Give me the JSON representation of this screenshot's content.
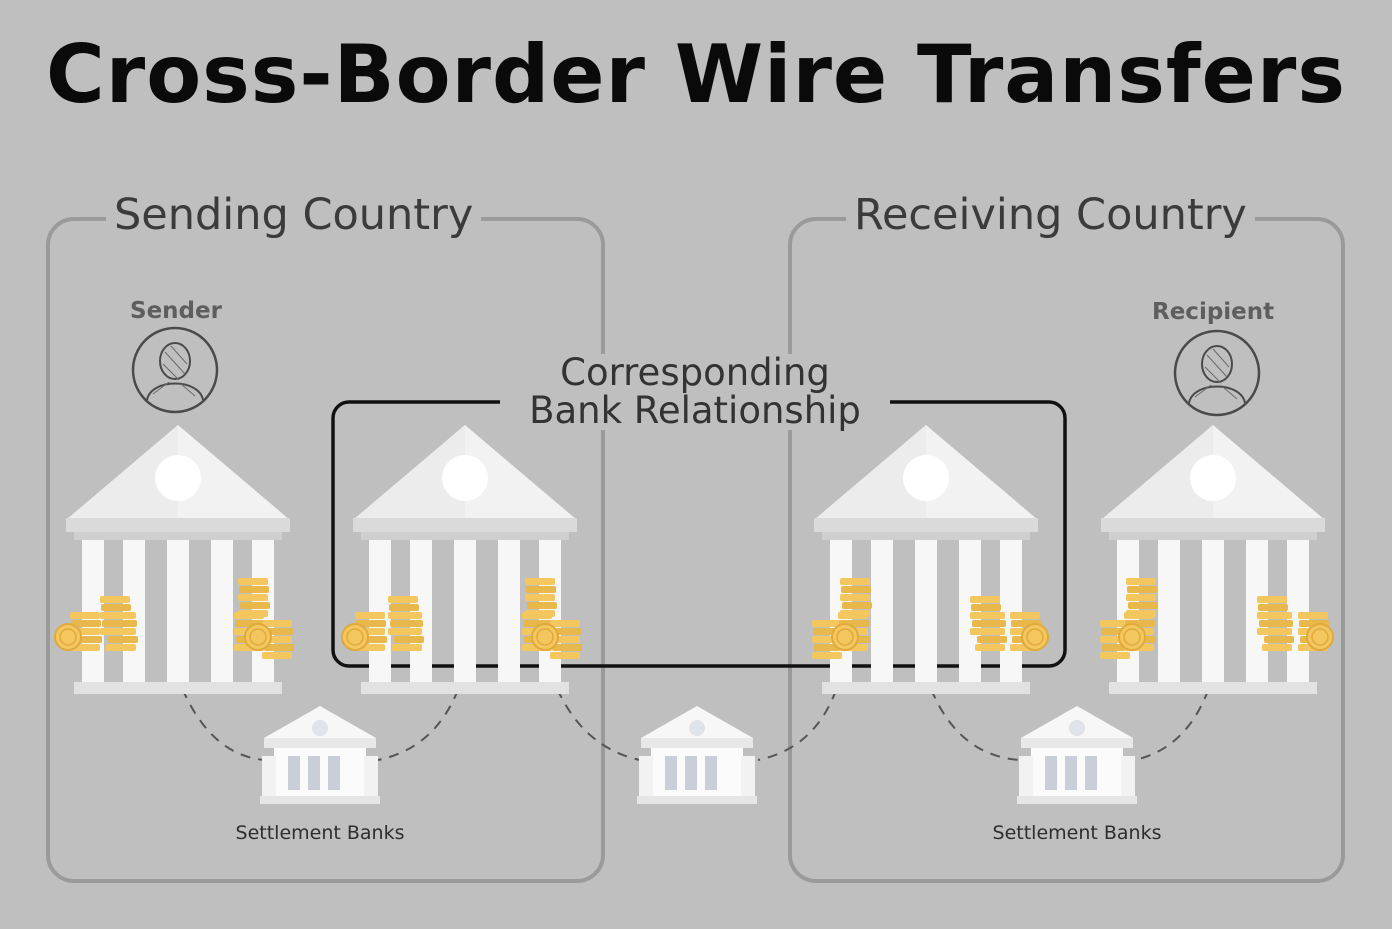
{
  "title": "Cross-Border Wire Transfers",
  "regions": {
    "sending": "Sending Country",
    "receiving": "Receiving Country"
  },
  "people": {
    "sender": "Sender",
    "recipient": "Recipient"
  },
  "correspondent": {
    "line1": "Corresponding",
    "line2": "Bank Relationship"
  },
  "settlement": {
    "left": "Settlement Banks",
    "right": "Settlement Banks"
  },
  "colors": {
    "background": "#bfbfbf",
    "bank": "#f1f1f1",
    "coin": "#f2c75c",
    "frame": "#9a9a9a",
    "relationship_box": "#111111"
  },
  "icons": [
    "bank-icon",
    "coins-icon",
    "person-icon",
    "settlement-bank-icon"
  ]
}
